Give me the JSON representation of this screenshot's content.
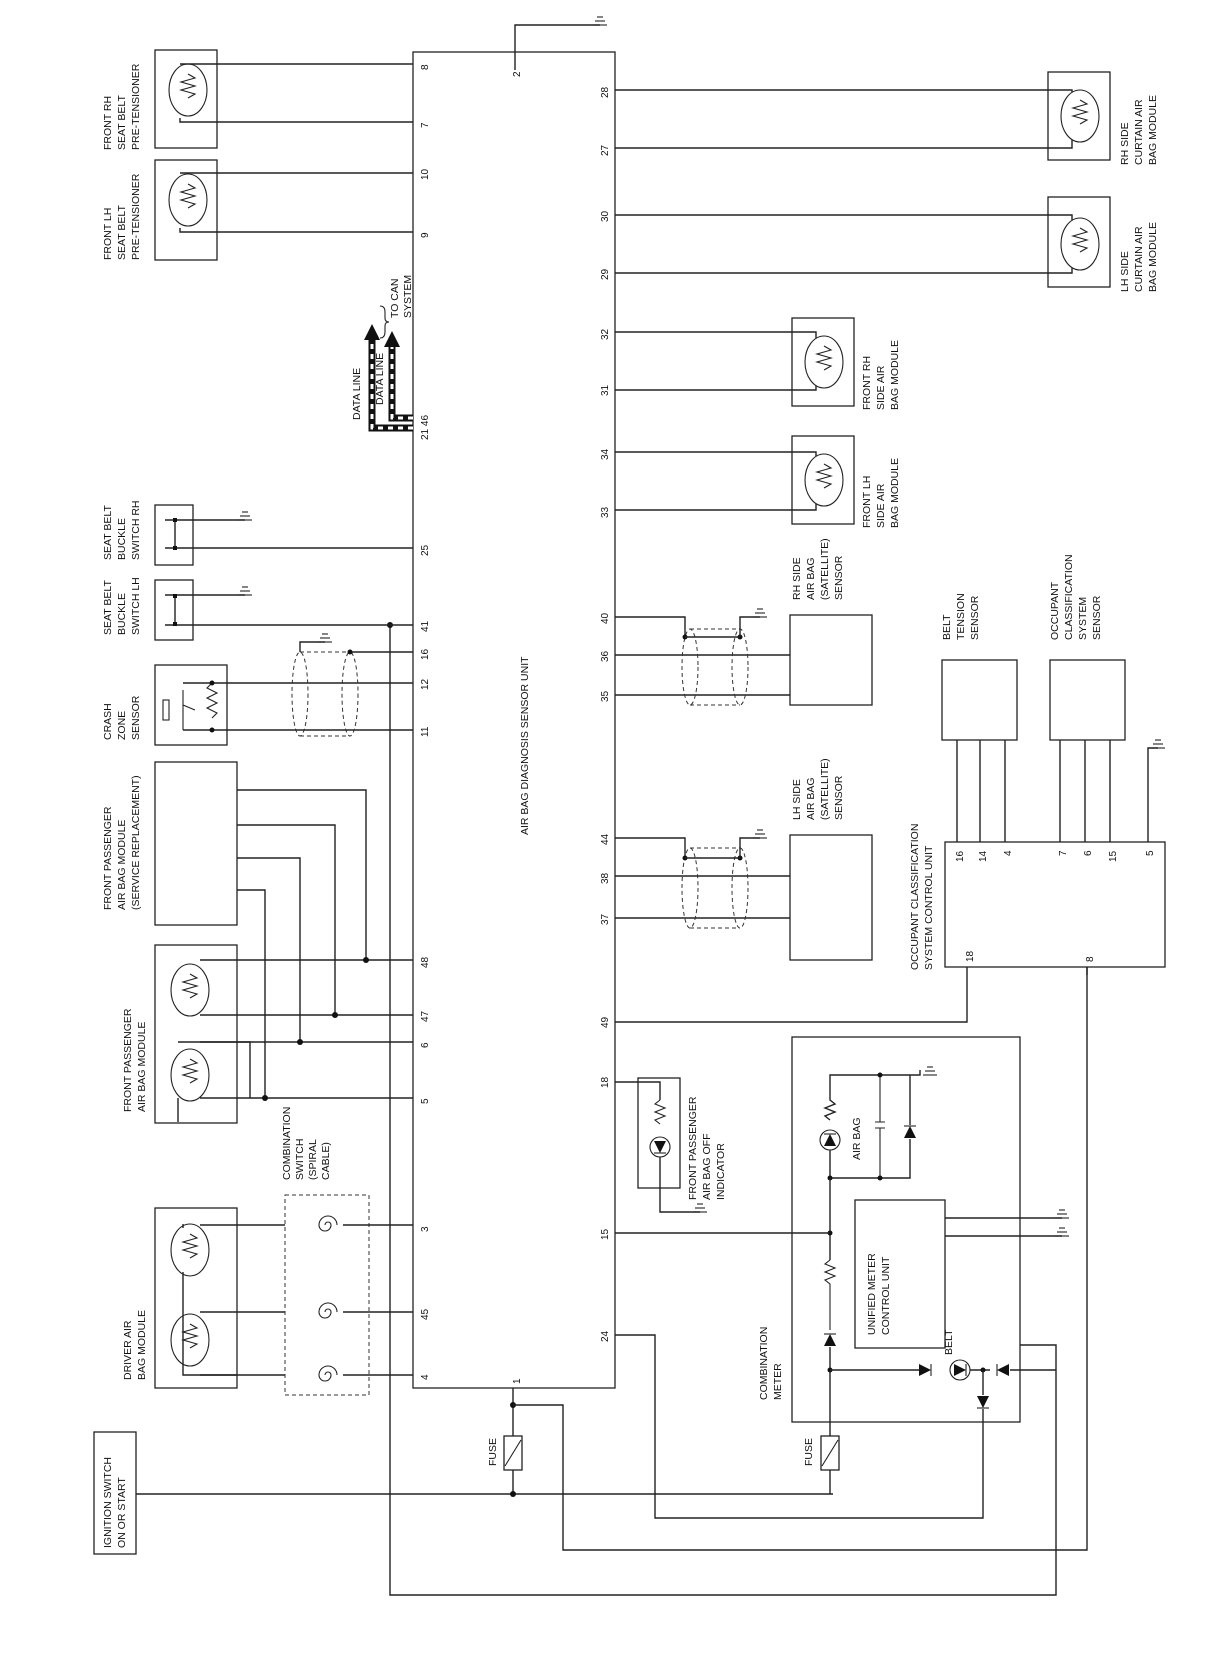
{
  "labels": {
    "ignition": [
      "IGNITION SWITCH",
      "ON OR START"
    ],
    "fuse": "FUSE",
    "driver_air_bag_module": [
      "DRIVER AIR",
      "BAG MODULE"
    ],
    "combination_switch": [
      "COMBINATION",
      "SWITCH",
      "(SPIRAL",
      "CABLE)"
    ],
    "front_passenger_air_bag_module": [
      "FRONT PASSENGER",
      "AIR BAG MODULE"
    ],
    "front_passenger_air_bag_service": [
      "FRONT PASSENGER",
      "AIR BAG MODULE",
      "(SERVICE REPLACEMENT)"
    ],
    "crash_zone_sensor": [
      "CRASH",
      "ZONE",
      "SENSOR"
    ],
    "seat_belt_buckle_switch_lh": [
      "SEAT BELT",
      "BUCKLE",
      "SWITCH LH"
    ],
    "seat_belt_buckle_switch_rh": [
      "SEAT BELT",
      "BUCKLE",
      "SWITCH RH"
    ],
    "data_line_1": "DATA LINE",
    "data_line_2": "DATA LINE",
    "to_can_system": [
      "TO CAN",
      "SYSTEM"
    ],
    "front_lh_pretensioner": [
      "FRONT LH",
      "SEAT BELT",
      "PRE-TENSIONER"
    ],
    "front_rh_pretensioner": [
      "FRONT RH",
      "SEAT BELT",
      "PRE-TENSIONER"
    ],
    "sensor_unit": "AIR BAG DIAGNOSIS SENSOR UNIT",
    "rh_curtain": [
      "RH SIDE",
      "CURTAIN AIR",
      "BAG MODULE"
    ],
    "lh_curtain": [
      "LH SIDE",
      "CURTAIN AIR",
      "BAG MODULE"
    ],
    "front_rh_side": [
      "FRONT RH",
      "SIDE AIR",
      "BAG MODULE"
    ],
    "front_lh_side": [
      "FRONT LH",
      "SIDE AIR",
      "BAG MODULE"
    ],
    "rh_satellite": [
      "RH SIDE",
      "AIR BAG",
      "(SATELLITE)",
      "SENSOR"
    ],
    "lh_satellite": [
      "LH SIDE",
      "AIR BAG",
      "(SATELLITE)",
      "SENSOR"
    ],
    "belt_tension_sensor": [
      "BELT",
      "TENSION",
      "SENSOR"
    ],
    "occupant_class_sensor": [
      "OCCUPANT",
      "CLASSIFICATION",
      "SYSTEM",
      "SENSOR"
    ],
    "occupant_class_unit": [
      "OCCUPANT CLASSIFICATION",
      "SYSTEM CONTROL UNIT"
    ],
    "pass_airbag_off_indicator": [
      "FRONT PASSENGER",
      "AIR BAG OFF",
      "INDICATOR"
    ],
    "combination_meter": [
      "COMBINATION",
      "METER"
    ],
    "unified_meter_control_unit": [
      "UNIFIED METER",
      "CONTROL UNIT"
    ],
    "air_bag": "AIR BAG",
    "belt": "BELT"
  },
  "pins": {
    "p8": "8",
    "p7": "7",
    "p10": "10",
    "p9": "9",
    "p2": "2",
    "p21_46": "21 46",
    "p25": "25",
    "p41": "41",
    "p16": "16",
    "p12": "12",
    "p11": "11",
    "p48": "48",
    "p47": "47",
    "p6": "6",
    "p5": "5",
    "p3": "3",
    "p45": "45",
    "p4": "4",
    "p1": "1",
    "p28": "28",
    "p27": "27",
    "p30": "30",
    "p29": "29",
    "p32": "32",
    "p31": "31",
    "p34": "34",
    "p33": "33",
    "p40": "40",
    "p36": "36",
    "p35": "35",
    "p44": "44",
    "p38": "38",
    "p37": "37",
    "p49": "49",
    "p18": "18",
    "p15": "15",
    "p24": "24",
    "ocs16": "16",
    "ocs14": "14",
    "ocs4": "4",
    "ocs7": "7",
    "ocs6": "6",
    "ocs15": "15",
    "ocs5": "5",
    "ocs18": "18",
    "ocs8": "8"
  }
}
